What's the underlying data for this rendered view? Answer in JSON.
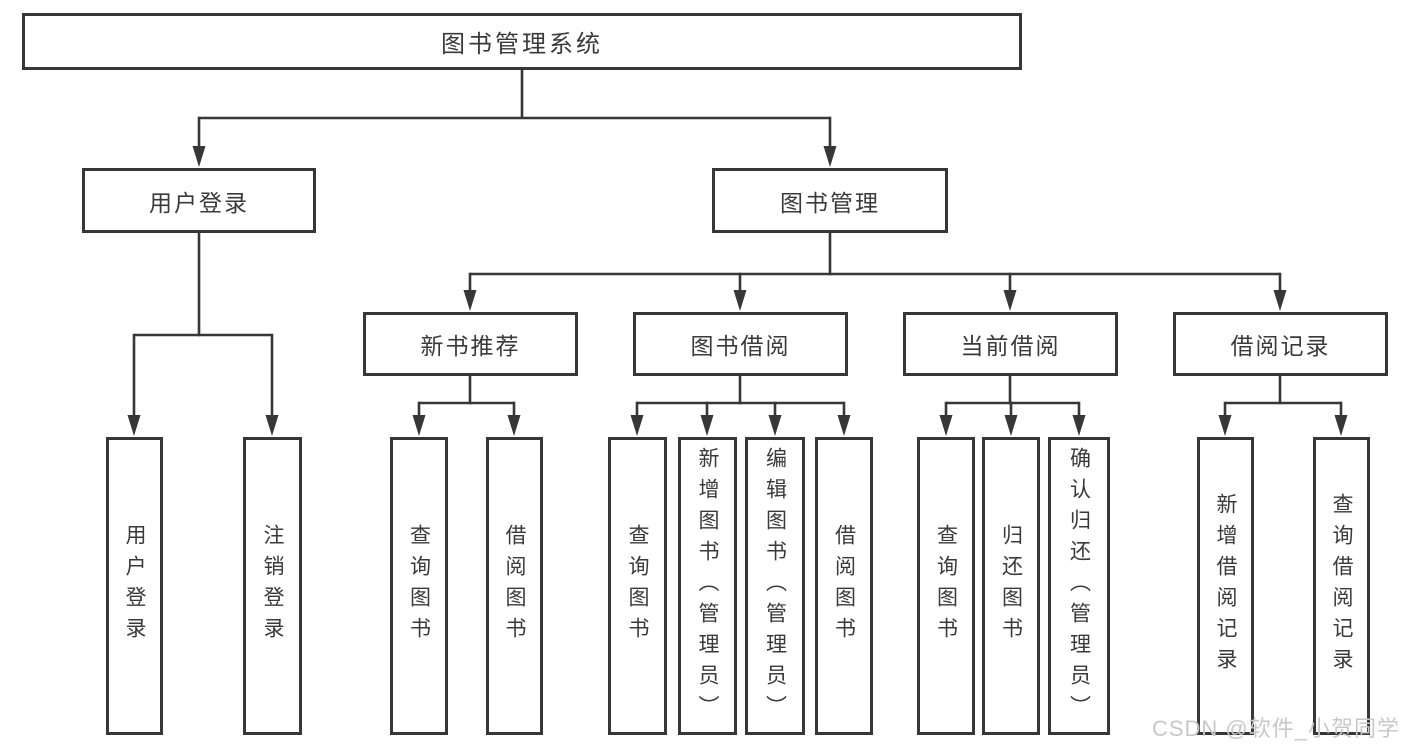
{
  "diagram_type": "function-structure-tree",
  "colors": {
    "background": "#ffffff",
    "line": "#373737",
    "box_border": "#373737",
    "text": "#3a3a3a",
    "watermark": "#c8c8c8"
  },
  "tree": {
    "label": "图书管理系统",
    "children": [
      {
        "label": "用户登录",
        "children": [
          {
            "label": "用户登录"
          },
          {
            "label": "注销登录"
          }
        ]
      },
      {
        "label": "图书管理",
        "children": [
          {
            "label": "新书推荐",
            "children": [
              {
                "label": "查询图书"
              },
              {
                "label": "借阅图书"
              }
            ]
          },
          {
            "label": "图书借阅",
            "children": [
              {
                "label": "查询图书"
              },
              {
                "label": "新增图书（管理员）"
              },
              {
                "label": "编辑图书（管理员）"
              },
              {
                "label": "借阅图书"
              }
            ]
          },
          {
            "label": "当前借阅",
            "children": [
              {
                "label": "查询图书"
              },
              {
                "label": "归还图书"
              },
              {
                "label": "确认归还（管理员）"
              }
            ]
          },
          {
            "label": "借阅记录",
            "children": [
              {
                "label": "新增借阅记录"
              },
              {
                "label": "查询借阅记录"
              }
            ]
          }
        ]
      }
    ]
  },
  "watermark": {
    "text": "CSDN @软件_小贺同学"
  }
}
